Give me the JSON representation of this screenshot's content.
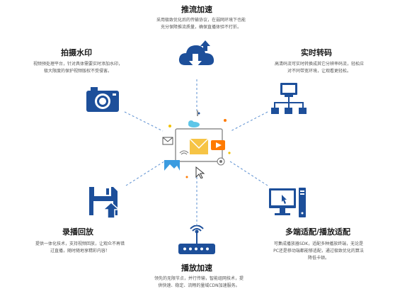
{
  "colors": {
    "primary": "#1d4f9a",
    "accent": "#ff7a00",
    "line": "#5b8fd1"
  },
  "features": {
    "top": {
      "title": "推流加速",
      "desc_lines": [
        "采用极致优化后的传输协议，在弱网环境下也能",
        "充分保障推流质量，确保直播体验不打折。"
      ],
      "icon": "cloud-upload-icon"
    },
    "left_top": {
      "title": "拍摄水印",
      "desc_lines": [
        "视频预处理平台，针对具体需要实时添加水印，",
        "极大限度的保护视频版权不受侵害。"
      ],
      "icon": "camera-icon"
    },
    "right_top": {
      "title": "实时转码",
      "desc_lines": [
        "高清码流可实时转换成其它分辨率码流，轻松应",
        "对不同带宽环境，让观看更轻松。"
      ],
      "icon": "network-icon"
    },
    "left_bottom": {
      "title": "录播回放",
      "desc_lines": [
        "提供一体化技术，支持视频回放，让观众不再错",
        "过直播，随时随地享精彩内容！"
      ],
      "icon": "save-upload-icon"
    },
    "right_bottom": {
      "title": "多端适配/播放适配",
      "desc_lines": [
        "可集成播放器SDK，适配多种播放终端，无论是",
        "PC还是移动端都能够适配，通过极致优化的算法",
        "降低卡顿。"
      ],
      "icon": "desktop-icon"
    },
    "bottom": {
      "title": "播放加速",
      "desc_lines": [
        "领先的无限节点，并行传输，智能组网技术，提",
        "供快速、稳定、流畅的量域CDN加速服务。"
      ],
      "icon": "router-icon"
    }
  },
  "center": {
    "icon": "media-hub-illustration"
  }
}
